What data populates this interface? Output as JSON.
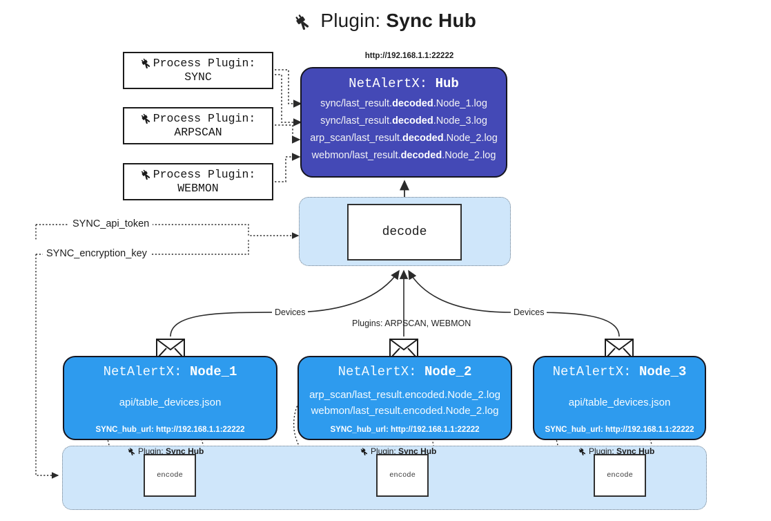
{
  "page": {
    "title_icon": "plug-icon",
    "title_prefix": "Plugin:",
    "title_name": "Sync Hub"
  },
  "colors": {
    "hub_fill": "#4449b6",
    "node_fill": "#2e9bee",
    "container_fill": "#cfe6fa",
    "box_stroke": "#15151f",
    "white": "#ffffff"
  },
  "process_plugins": [
    {
      "icon": "plug-icon",
      "line1": "Process Plugin:",
      "line2": "SYNC"
    },
    {
      "icon": "plug-icon",
      "line1": "Process Plugin:",
      "line2": "ARPSCAN"
    },
    {
      "icon": "plug-icon",
      "line1": "Process Plugin:",
      "line2": "WEBMON"
    }
  ],
  "hub": {
    "url": "http://192.168.1.1:22222",
    "title_prefix": "NetAlertX:",
    "title_name": "Hub",
    "logs": [
      {
        "pre": "sync/last_result.",
        "bold": "decoded",
        "post": ".Node_1.log"
      },
      {
        "pre": "sync/last_result.",
        "bold": "decoded",
        "post": ".Node_3.log"
      },
      {
        "pre": "arp_scan/last_result.",
        "bold": "decoded",
        "post": ".Node_2.log"
      },
      {
        "pre": "webmon/last_result.",
        "bold": "decoded",
        "post": ".Node_2.log"
      }
    ]
  },
  "decode": {
    "label": "decode"
  },
  "secrets": [
    {
      "label": "SYNC_api_token"
    },
    {
      "label": "SYNC_encryption_key"
    }
  ],
  "edge_labels": {
    "devices_left": "Devices",
    "devices_right": "Devices",
    "plugins_mid": "Plugins: ARPSCAN, WEBMON"
  },
  "nodes": [
    {
      "title_prefix": "NetAlertX:",
      "title_name": "Node_1",
      "lines": [
        "api/table_devices.json"
      ],
      "footer": "SYNC_hub_url: http://192.168.1.1:22222",
      "envelope_icon": "envelope-icon"
    },
    {
      "title_prefix": "NetAlertX:",
      "title_name": "Node_2",
      "lines": [
        "arp_scan/last_result.encoded.Node_2.log",
        "webmon/last_result.encoded.Node_2.log"
      ],
      "footer": "SYNC_hub_url: http://192.168.1.1:22222",
      "envelope_icon": "envelope-icon"
    },
    {
      "title_prefix": "NetAlertX:",
      "title_name": "Node_3",
      "lines": [
        "api/table_devices.json"
      ],
      "footer": "SYNC_hub_url: http://192.168.1.1:22222",
      "envelope_icon": "envelope-icon"
    }
  ],
  "encoders": [
    {
      "caption_icon": "plug-icon",
      "caption_prefix": "Plugin:",
      "caption_name": "Sync Hub",
      "label": "encode"
    },
    {
      "caption_icon": "plug-icon",
      "caption_prefix": "Plugin:",
      "caption_name": "Sync Hub",
      "label": "encode"
    },
    {
      "caption_icon": "plug-icon",
      "caption_prefix": "Plugin:",
      "caption_name": "Sync Hub",
      "label": "encode"
    }
  ]
}
